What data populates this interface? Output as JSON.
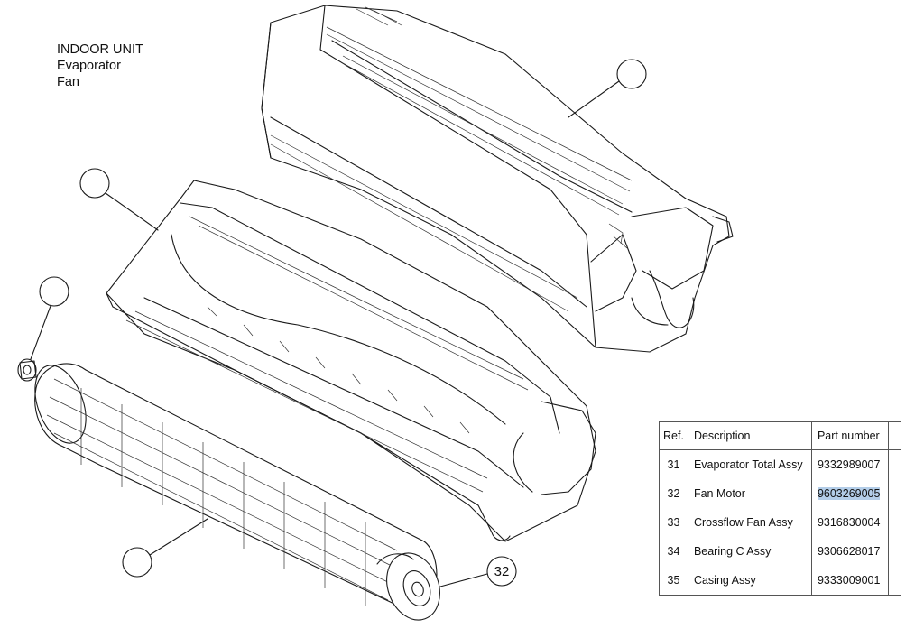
{
  "heading": {
    "line1": "INDOOR UNIT",
    "line2": "Evaporator",
    "line3": "Fan"
  },
  "callouts": {
    "fan_motor_ref": "32"
  },
  "parts_table": {
    "headers": {
      "ref": "Ref.",
      "description": "Description",
      "part_number": "Part number"
    },
    "rows": [
      {
        "ref": "31",
        "description": "Evaporator Total Assy",
        "part_number": "9332989007",
        "highlighted": false
      },
      {
        "ref": "32",
        "description": "Fan Motor",
        "part_number": "9603269005",
        "highlighted": true
      },
      {
        "ref": "33",
        "description": "Crossflow Fan Assy",
        "part_number": "9316830004",
        "highlighted": false
      },
      {
        "ref": "34",
        "description": "Bearing C Assy",
        "part_number": "9306628017",
        "highlighted": false
      },
      {
        "ref": "35",
        "description": "Casing Assy",
        "part_number": "9333009001",
        "highlighted": false
      }
    ]
  },
  "colors": {
    "selection_highlight": "#b3cde8",
    "line_art": "#1a1a1a"
  }
}
